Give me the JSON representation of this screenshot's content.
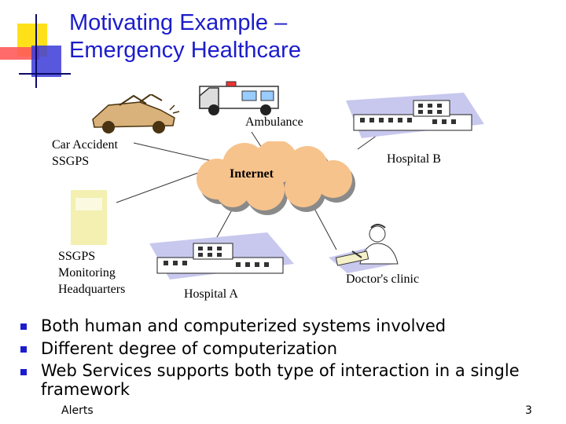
{
  "slide": {
    "title_line1": "Motivating Example –",
    "title_line2": "Emergency Healthcare",
    "footer_left": "Alerts",
    "page_number": "3"
  },
  "diagram": {
    "ambulance": "Ambulance",
    "car_accident_line1": "Car Accident",
    "car_accident_line2": "SSGPS",
    "hospital_b": "Hospital B",
    "internet": "Internet",
    "hq_line1": "SSGPS",
    "hq_line2": "Monitoring",
    "hq_line3": "Headquarters",
    "hospital_a": "Hospital A",
    "doctors_clinic": "Doctor's clinic"
  },
  "bullets": [
    "Both human and computerized systems involved",
    "Different degree of computerization",
    "Web Services supports both type of interaction in a single framework"
  ],
  "colors": {
    "title": "#1c1ccc",
    "bullet": "#1c1ccc",
    "cloud": "#f7c38c",
    "decor_red": "#ff3b3b",
    "decor_yellow": "#ffe11a",
    "decor_blue": "#3b3bd9",
    "building_shadow": "#c8c8ee",
    "pager": "#f3f0b2"
  }
}
